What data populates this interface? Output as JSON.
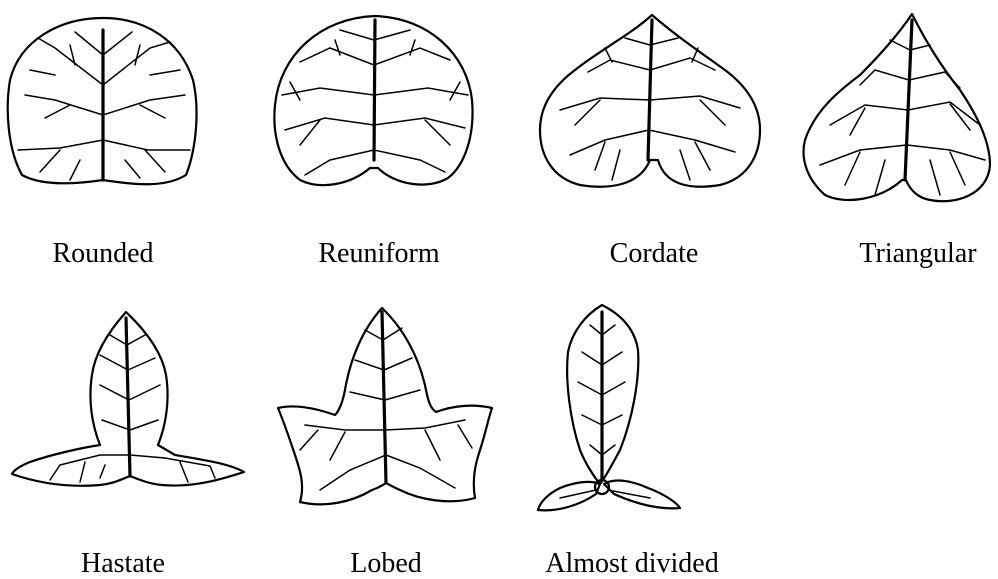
{
  "leaf_shapes": [
    {
      "label": "Rounded"
    },
    {
      "label": "Reuniform"
    },
    {
      "label": "Cordate"
    },
    {
      "label": "Triangular"
    },
    {
      "label": "Hastate"
    },
    {
      "label": "Lobed"
    },
    {
      "label": "Almost divided"
    }
  ]
}
